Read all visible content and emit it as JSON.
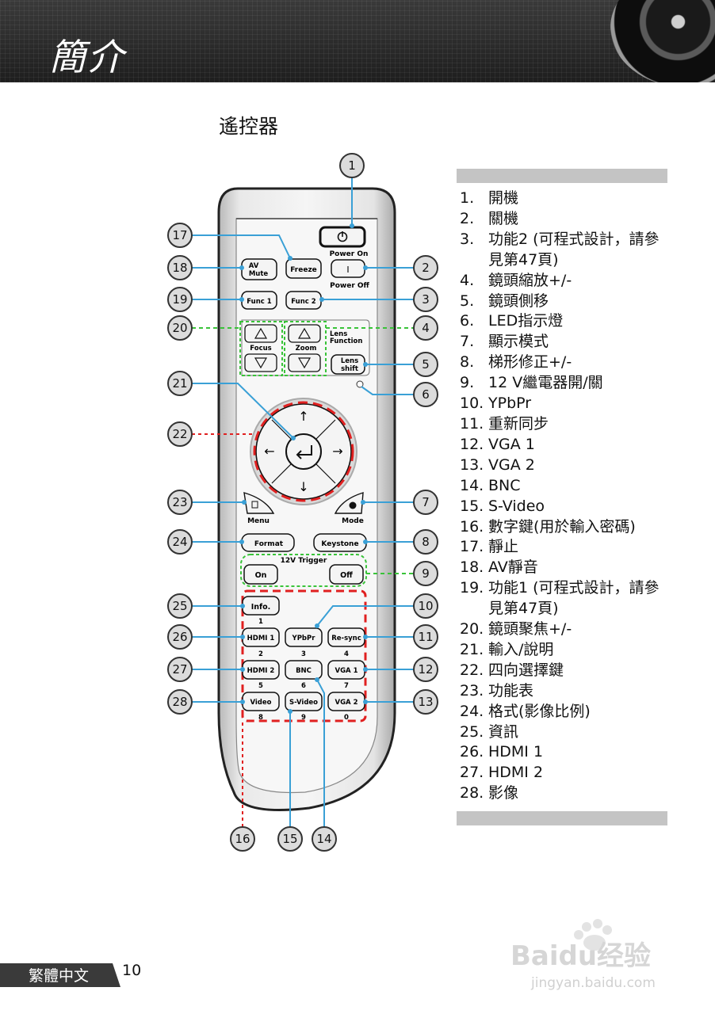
{
  "header": {
    "title": "簡介"
  },
  "section_title": "遙控器",
  "remote": {
    "power_on": "Power On",
    "power_off": "Power Off",
    "power_symbol": "I",
    "buttons": {
      "av_mute_1": "AV",
      "av_mute_2": "Mute",
      "freeze": "Freeze",
      "func1": "Func 1",
      "func2": "Func 2",
      "focus": "Focus",
      "zoom": "Zoom",
      "lens_function_1": "Lens",
      "lens_function_2": "Function",
      "lens_shift_1": "Lens",
      "lens_shift_2": "shift",
      "menu": "Menu",
      "mode": "Mode",
      "format": "Format",
      "keystone": "Keystone",
      "trigger_label": "12V Trigger",
      "on": "On",
      "off": "Off",
      "info": "Info.",
      "hdmi1": "HDMI 1",
      "ypbpr": "YPbPr",
      "resync": "Re-sync",
      "hdmi2": "HDMI 2",
      "bnc": "BNC",
      "vga1": "VGA 1",
      "video": "Video",
      "svideo": "S-Video",
      "vga2": "VGA 2"
    },
    "digits": [
      "1",
      "2",
      "3",
      "4",
      "5",
      "6",
      "7",
      "8",
      "9",
      "0"
    ]
  },
  "callouts": [
    "1",
    "2",
    "3",
    "4",
    "5",
    "6",
    "7",
    "8",
    "9",
    "10",
    "11",
    "12",
    "13",
    "14",
    "15",
    "16",
    "17",
    "18",
    "19",
    "20",
    "21",
    "22",
    "23",
    "24",
    "25",
    "26",
    "27",
    "28"
  ],
  "legend": [
    {
      "n": "1.",
      "text": "開機"
    },
    {
      "n": "2.",
      "text": "關機"
    },
    {
      "n": "3.",
      "text": "功能2 (可程式設計，請參見第47頁)"
    },
    {
      "n": "4.",
      "text": "鏡頭縮放+/-"
    },
    {
      "n": "5.",
      "text": "鏡頭側移"
    },
    {
      "n": "6.",
      "text": "LED指示燈"
    },
    {
      "n": "7.",
      "text": "顯示模式"
    },
    {
      "n": "8.",
      "text": "梯形修正+/-"
    },
    {
      "n": "9.",
      "text": "12 V繼電器開/關"
    },
    {
      "n": "10.",
      "text": "YPbPr"
    },
    {
      "n": "11.",
      "text": "重新同步"
    },
    {
      "n": "12.",
      "text": "VGA 1"
    },
    {
      "n": "13.",
      "text": "VGA 2"
    },
    {
      "n": "14.",
      "text": "BNC"
    },
    {
      "n": "15.",
      "text": "S-Video"
    },
    {
      "n": "16.",
      "text": "數字鍵(用於輸入密碼)"
    },
    {
      "n": "17.",
      "text": "靜止"
    },
    {
      "n": "18.",
      "text": "AV靜音"
    },
    {
      "n": "19.",
      "text": "功能1 (可程式設計，請參見第47頁)"
    },
    {
      "n": "20.",
      "text": "鏡頭聚焦+/-"
    },
    {
      "n": "21.",
      "text": "輸入/說明"
    },
    {
      "n": "22.",
      "text": "四向選擇鍵"
    },
    {
      "n": "23.",
      "text": "功能表"
    },
    {
      "n": "24.",
      "text": "格式(影像比例)"
    },
    {
      "n": "25.",
      "text": "資訊"
    },
    {
      "n": "26.",
      "text": "HDMI 1"
    },
    {
      "n": "27.",
      "text": "HDMI 2"
    },
    {
      "n": "28.",
      "text": "影像"
    }
  ],
  "footer": {
    "language": "繁體中文",
    "page_number": "10"
  },
  "watermark": {
    "brand": "Baidu经验",
    "url": "jingyan.baidu.com"
  }
}
